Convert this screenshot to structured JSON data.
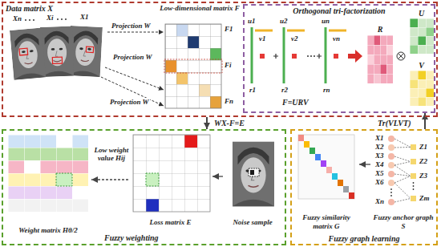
{
  "diagram": {
    "nodes": [
      {
        "text": [
          "Data matrix X"
        ]
      },
      {
        "text": [
          "Low-dimensional matrix F"
        ],
        "in": 0
      },
      {
        "text": [
          "Orthogonal tri-factorization"
        ],
        "in": 0
      },
      {
        "text": [
          "R"
        ],
        "in": 2
      },
      {
        "text": [
          "U"
        ],
        "in": 2
      },
      {
        "text": [
          "V"
        ],
        "in": 2
      },
      {
        "text": [
          "Fuzzy weighting"
        ]
      },
      {
        "text": [
          "Weight matrix Hθ/2"
        ],
        "in": 6
      },
      {
        "text": [
          "Loss matrix E"
        ],
        "in": 6
      },
      {
        "text": [
          "Noise sample"
        ],
        "in": 6
      },
      {
        "text": [
          "Fuzzy graph learning"
        ]
      },
      {
        "text": [
          "Fuzzy similarity matrix G"
        ],
        "in": 10
      },
      {
        "text": [
          "Fuzzy anchor graph S"
        ],
        "in": 10
      }
    ],
    "edges": [
      {
        "from": 0,
        "to": 6,
        "arrow": "to",
        "label": "WX-F=E"
      },
      {
        "from": 10,
        "to": 2,
        "arrow": "to",
        "label": "Tr(VLVT)"
      },
      {
        "from": 12,
        "to": 11,
        "arrow": "to"
      },
      {
        "from": 9,
        "to": 8,
        "arrow": "to"
      },
      {
        "from": 8,
        "to": 7,
        "arrow": "to",
        "label": "Low weight value Hij"
      }
    ],
    "labels": [
      "Xn",
      "Xi",
      "X1",
      "Projection W",
      "Projection W",
      "Projection W",
      "F1",
      "Fi",
      "Fn",
      "u1",
      "v1",
      "r1",
      "u2",
      "v2",
      "r2",
      "un",
      "vn",
      "rn",
      "F=URV",
      "X1",
      "X2",
      "X3",
      "X4",
      "X5",
      "X6",
      "Xn",
      "Z1",
      "Z2",
      "Z3",
      "Zm"
    ]
  }
}
